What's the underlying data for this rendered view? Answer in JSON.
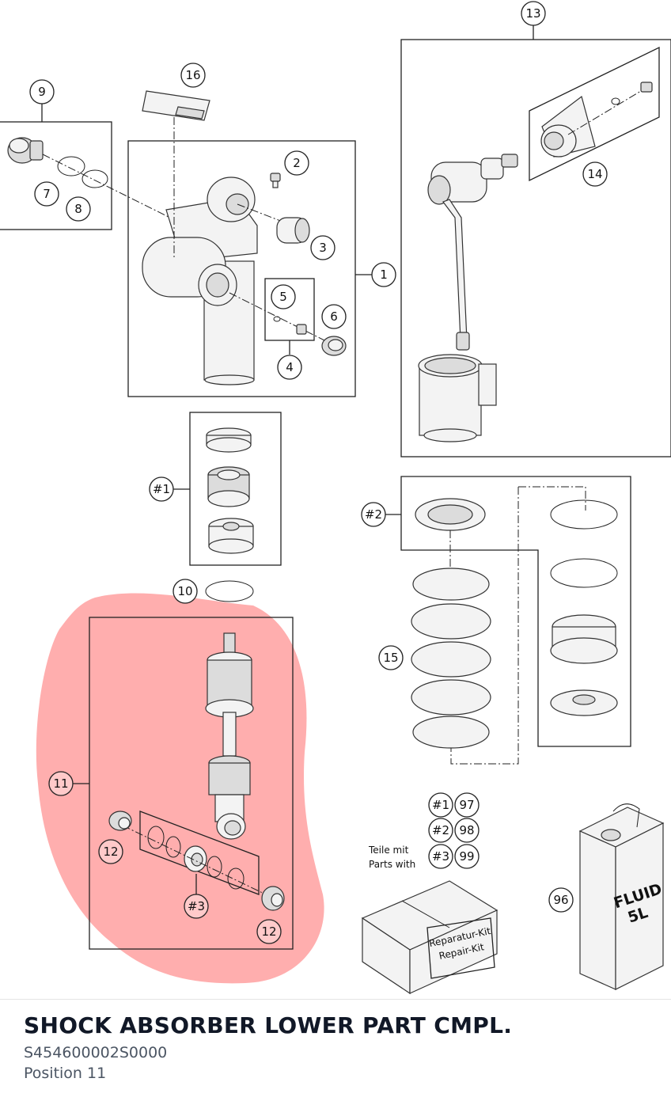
{
  "callouts": {
    "c1": "1",
    "c2": "2",
    "c3": "3",
    "c4": "4",
    "c5": "5",
    "c6": "6",
    "c7": "7",
    "c8": "8",
    "c9": "9",
    "c10": "10",
    "c11": "11",
    "c12a": "12",
    "c12b": "12",
    "c13": "13",
    "c14": "14",
    "c15": "15",
    "c16": "16",
    "c96": "96",
    "c97": "97",
    "c98": "98",
    "c99": "99",
    "h1": "#1",
    "h2": "#2",
    "h3": "#3",
    "h1k": "#1",
    "h2k": "#2",
    "h3k": "#3"
  },
  "labels": {
    "parts_de": "Teile mit",
    "parts_en": "Parts with",
    "kit_de": "Reparatur-Kit",
    "kit_en": "Repair-Kit",
    "fluid_line1": "FLUID",
    "fluid_line2": "5L"
  },
  "highlight": {
    "color": "#ff6b6b",
    "part": "11"
  },
  "info": {
    "title": "SHOCK ABSORBER LOWER PART CMPL.",
    "part_number": "S454600002S0000",
    "position": "Position 11"
  }
}
